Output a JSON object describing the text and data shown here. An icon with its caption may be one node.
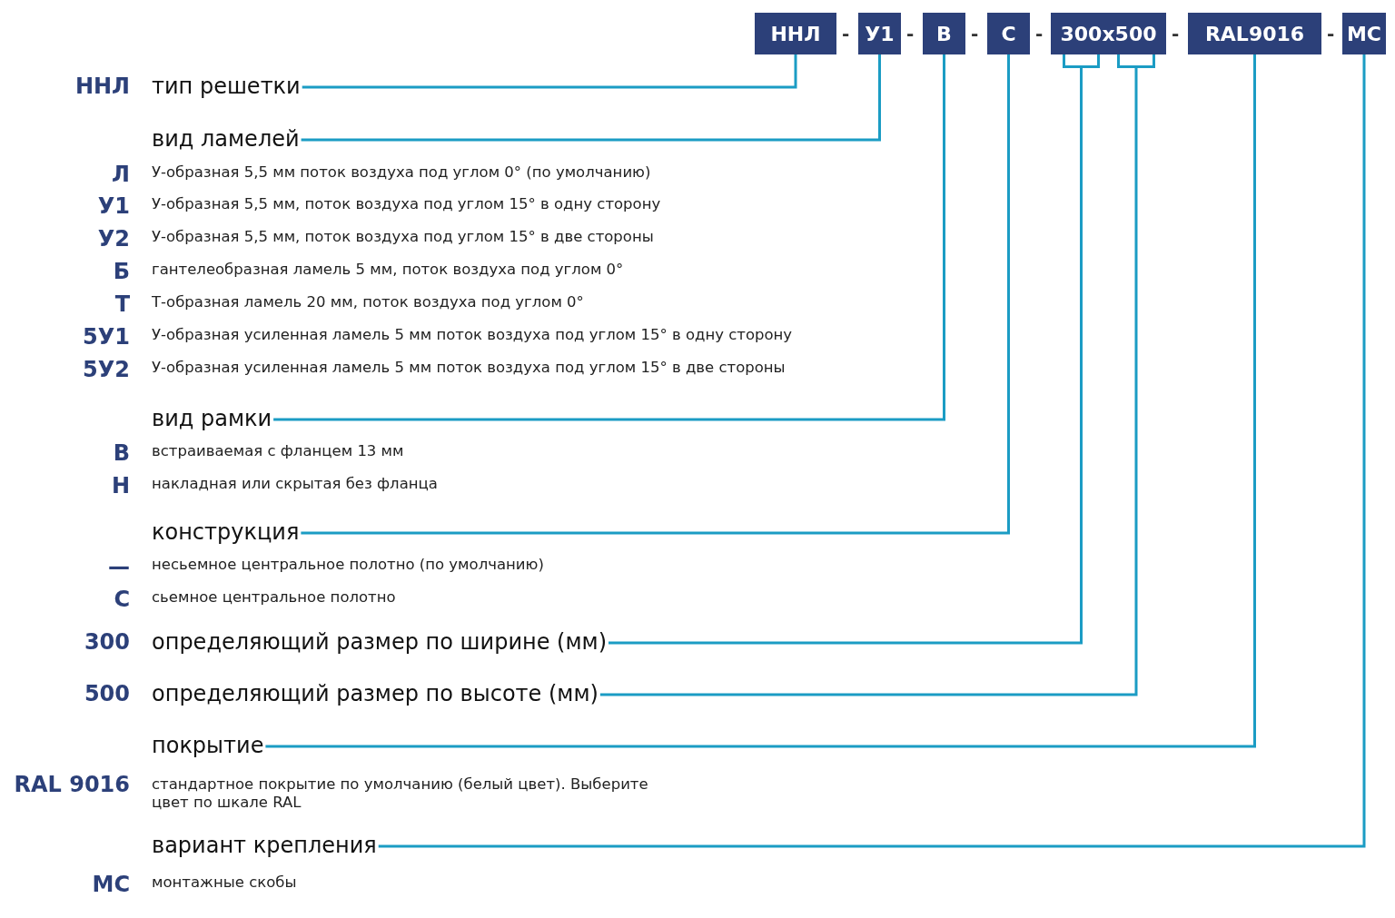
{
  "diagram": {
    "nodes": [
      {
        "text": [
          "ННЛ"
        ]
      },
      {
        "text": [
          "У1"
        ]
      },
      {
        "text": [
          "В"
        ]
      },
      {
        "text": [
          "С"
        ]
      },
      {
        "text": [
          "300x500"
        ]
      },
      {
        "text": [
          "RAL9016"
        ]
      },
      {
        "text": [
          "МС"
        ]
      },
      {
        "text": [],
        "shape": "bracket"
      },
      {
        "text": [],
        "shape": "bracket"
      },
      {
        "text": [
          "тип решетки"
        ]
      },
      {
        "text": [
          "вид ламелей"
        ]
      },
      {
        "text": [
          "вид рамки"
        ]
      },
      {
        "text": [
          "конструкция"
        ]
      },
      {
        "text": [
          "определяющий размер по ширине (мм)"
        ]
      },
      {
        "text": [
          "определяющий размер по высоте (мм)"
        ]
      },
      {
        "text": [
          "покрытие"
        ]
      },
      {
        "text": [
          "вариант крепления"
        ]
      }
    ],
    "edges": [
      {
        "from": 0,
        "to": 9,
        "arrow": "none"
      },
      {
        "from": 1,
        "to": 10,
        "arrow": "none"
      },
      {
        "from": 2,
        "to": 11,
        "arrow": "none"
      },
      {
        "from": 3,
        "to": 12,
        "arrow": "none"
      },
      {
        "from": 7,
        "to": 13,
        "arrow": "none"
      },
      {
        "from": 8,
        "to": 14,
        "arrow": "none"
      },
      {
        "from": 5,
        "to": 15,
        "arrow": "none"
      },
      {
        "from": 6,
        "to": 16,
        "arrow": "none"
      }
    ],
    "labels": [
      "-",
      "-",
      "-",
      "-",
      "-",
      "-",
      "ННЛ",
      "Л",
      "У-образная  5,5 мм поток воздуха под углом 0° (по умолчанию)",
      "У1",
      "У-образная 5,5 мм, поток воздуха под углом 15° в одну сторону",
      "У2",
      "У-образная 5,5 мм, поток воздуха под углом 15° в две стороны",
      "Б",
      "гантелеобразная ламель 5 мм, поток воздуха под углом 0°",
      "Т",
      "Т-образная ламель 20 мм, поток воздуха под углом 0°",
      "5У1",
      "У-образная усиленная ламель 5 мм поток воздуха под углом 15° в одну сторону",
      "5У2",
      "У-образная усиленная ламель 5 мм поток воздуха под углом 15° в две стороны",
      "В",
      "встраиваемая с фланцем 13 мм",
      "Н",
      "накладная или скрытая без фланца",
      "—",
      "несьемное центральное полотно (по умолчанию)",
      "С",
      "сьемное центральное полотно",
      "300",
      "500",
      "RAL 9016",
      "стандартное покрытие по умолчанию (белый цвет). Выберите цвет по шкале RAL",
      "МС",
      "монтажные скобы"
    ]
  }
}
